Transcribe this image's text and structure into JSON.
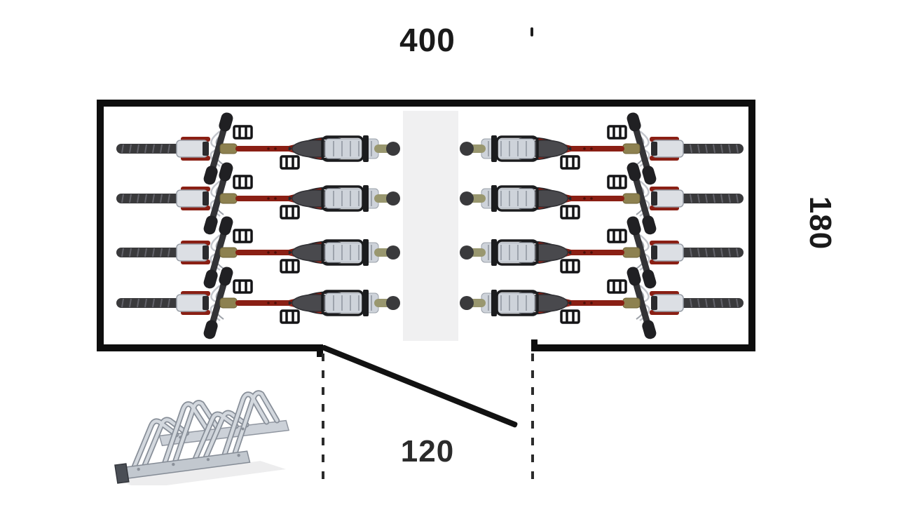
{
  "labels": {
    "room_width": "400",
    "room_depth": "180",
    "door_width": "120"
  },
  "room": {
    "bikes_left_count": 4,
    "bikes_right_count": 4,
    "rack_slots": 4,
    "door_side": "bottom"
  },
  "icons": {
    "bike": "bicycle-top-view-icon",
    "rack": "bike-rack-3d-icon"
  },
  "colors": {
    "wall": "#0e0e0e",
    "dimension_text": "#1a1a1a",
    "aisle": "#f0f0f1",
    "bike_frame_red": "#8a1f14",
    "bike_wheel": "#3a3a3c",
    "bike_saddle": "#49494d",
    "rack_steel": "#ccd2d9"
  }
}
